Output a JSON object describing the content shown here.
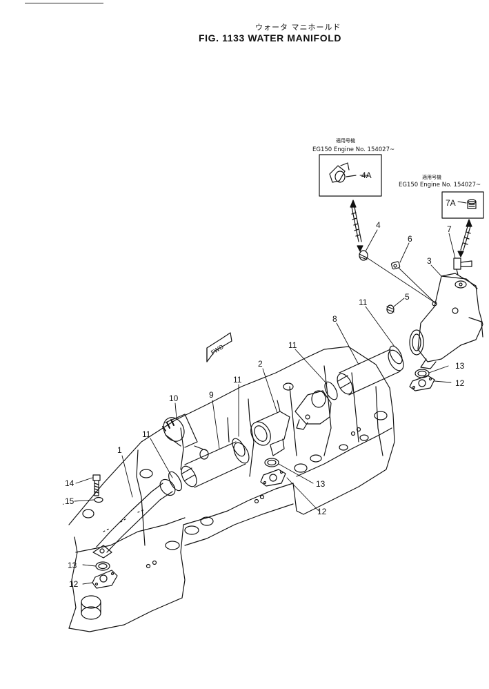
{
  "title": {
    "japanese": "ウォータ マニホールド",
    "english": "FIG. 1133   WATER  MANIFOLD"
  },
  "applicability_notes": [
    {
      "heading": "適用号機",
      "text": "EG150  Engine  No. 154027~",
      "part_ref": "4A"
    },
    {
      "heading": "適用号機",
      "text": "EG150  Engine  No. 154027~",
      "part_ref": "7A"
    }
  ],
  "direction_marker": "FWD",
  "callouts": [
    "1",
    "2",
    "3",
    "4",
    "5",
    "6",
    "7",
    "8",
    "9",
    "10",
    "11",
    "11",
    "11",
    "11",
    "12",
    "12",
    "12",
    "13",
    "13",
    "13",
    "14",
    "15"
  ]
}
